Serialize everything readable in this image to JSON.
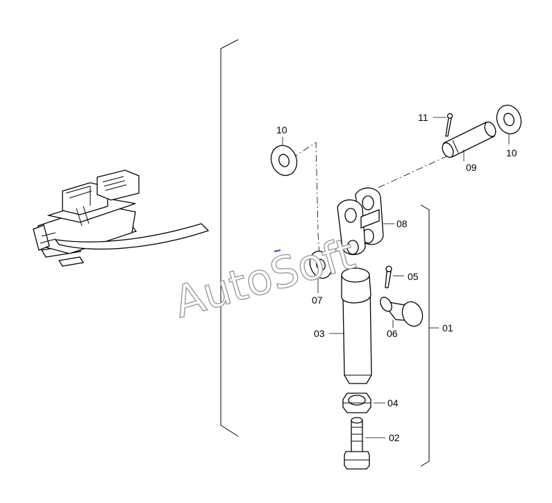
{
  "labels": {
    "l01": "01",
    "l02": "02",
    "l03": "03",
    "l04": "04",
    "l05": "05",
    "l06": "06",
    "l07": "07",
    "l08": "08",
    "l09": "09",
    "l10a": "10",
    "l10b": "10",
    "l11": "11"
  },
  "watermark": {
    "text": "AutoSoft"
  },
  "colors": {
    "line": "#000000",
    "watermark_stroke": "#9a9a9a",
    "marker": "#3a46d0"
  }
}
